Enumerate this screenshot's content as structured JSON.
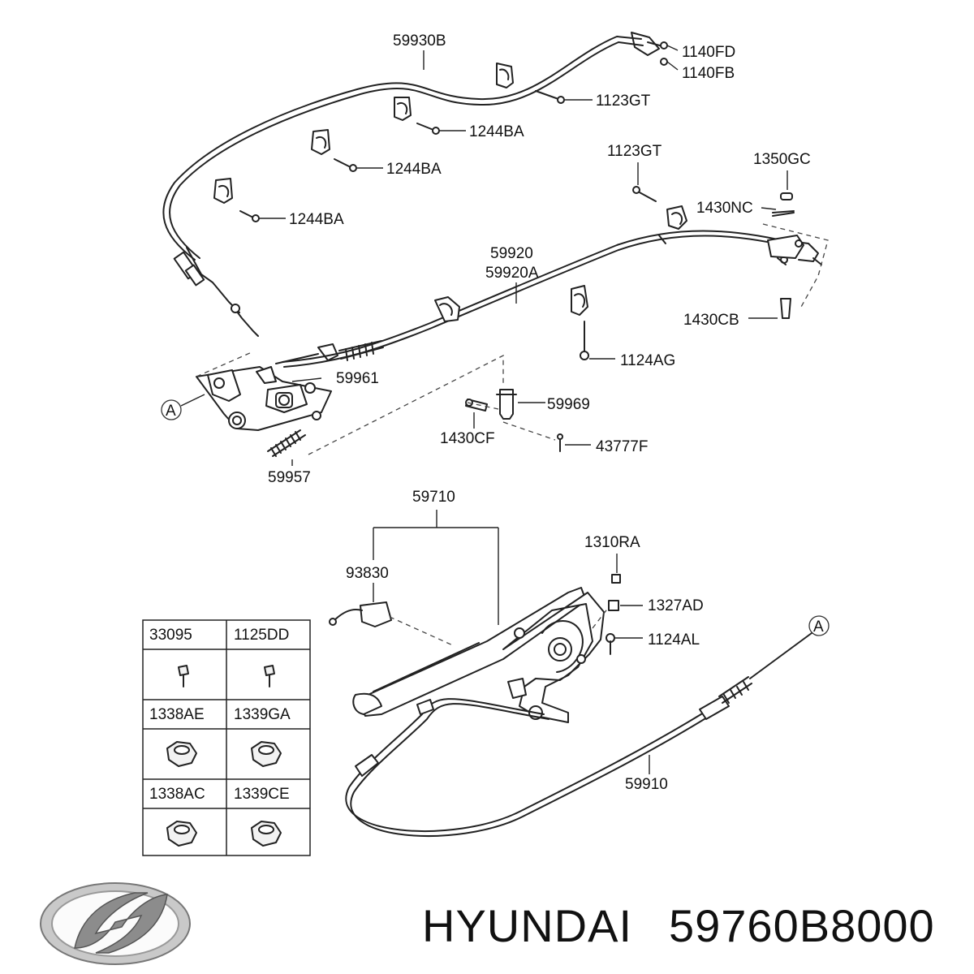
{
  "diagram": {
    "labels": {
      "l59930B": "59930B",
      "l1140FD": "1140FD",
      "l1140FB": "1140FB",
      "l1123GT_a": "1123GT",
      "l1244BA_a": "1244BA",
      "l1244BA_b": "1244BA",
      "l1244BA_c": "1244BA",
      "l1123GT_b": "1123GT",
      "l1350GC": "1350GC",
      "l1430NC": "1430NC",
      "l59920": "59920",
      "l59920A": "59920A",
      "l1430CB": "1430CB",
      "l1124AG": "1124AG",
      "l59961": "59961",
      "l59969": "59969",
      "l1430CF": "1430CF",
      "l43777F": "43777F",
      "l59957": "59957",
      "l59710": "59710",
      "l1310RA": "1310RA",
      "l93830": "93830",
      "l1327AD": "1327AD",
      "l1124AL": "1124AL",
      "l59910": "59910"
    },
    "markers": {
      "a_left": "A",
      "a_right": "A"
    }
  },
  "parts_table": {
    "cells": [
      "33095",
      "1125DD",
      "1338AE",
      "1339GA",
      "1338AC",
      "1339CE"
    ]
  },
  "footer": {
    "brand": "HYUNDAI",
    "part_number": "59760B8000",
    "logo": "hyundai-logo-icon"
  }
}
